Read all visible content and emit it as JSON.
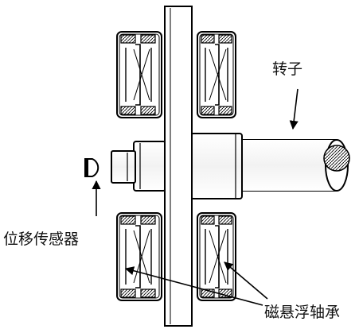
{
  "labels": {
    "rotor": "转子",
    "sensor": "位移传感器",
    "bearing": "磁悬浮轴承"
  }
}
